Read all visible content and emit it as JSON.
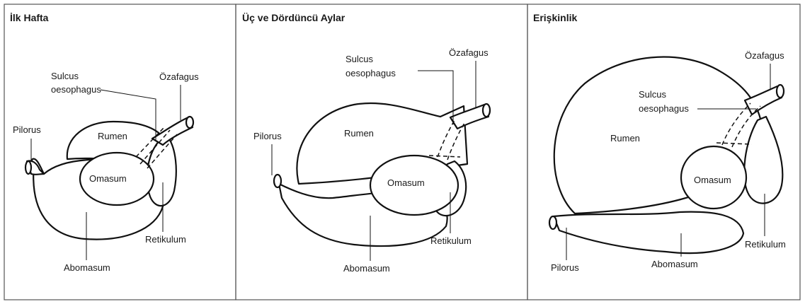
{
  "panels": [
    {
      "title": "İlk Hafta",
      "labels": {
        "sulcus_line1": "Sulcus",
        "sulcus_line2": "oesophagus",
        "ozafagus": "Özafagus",
        "pilorus": "Pilorus",
        "rumen": "Rumen",
        "omasum": "Omasum",
        "retikulum": "Retikulum",
        "abomasum": "Abomasum"
      }
    },
    {
      "title": "Üç ve Dördüncü Aylar",
      "labels": {
        "sulcus_line1": "Sulcus",
        "sulcus_line2": "oesophagus",
        "ozafagus": "Özafagus",
        "pilorus": "Pilorus",
        "rumen": "Rumen",
        "omasum": "Omasum",
        "retikulum": "Retikulum",
        "abomasum": "Abomasum"
      }
    },
    {
      "title": "Erişkinlik",
      "labels": {
        "sulcus_line1": "Sulcus",
        "sulcus_line2": "oesophagus",
        "ozafagus": "Özafagus",
        "pilorus": "Pilorus",
        "rumen": "Rumen",
        "omasum": "Omasum",
        "retikulum": "Retikulum",
        "abomasum": "Abomasum"
      }
    }
  ]
}
